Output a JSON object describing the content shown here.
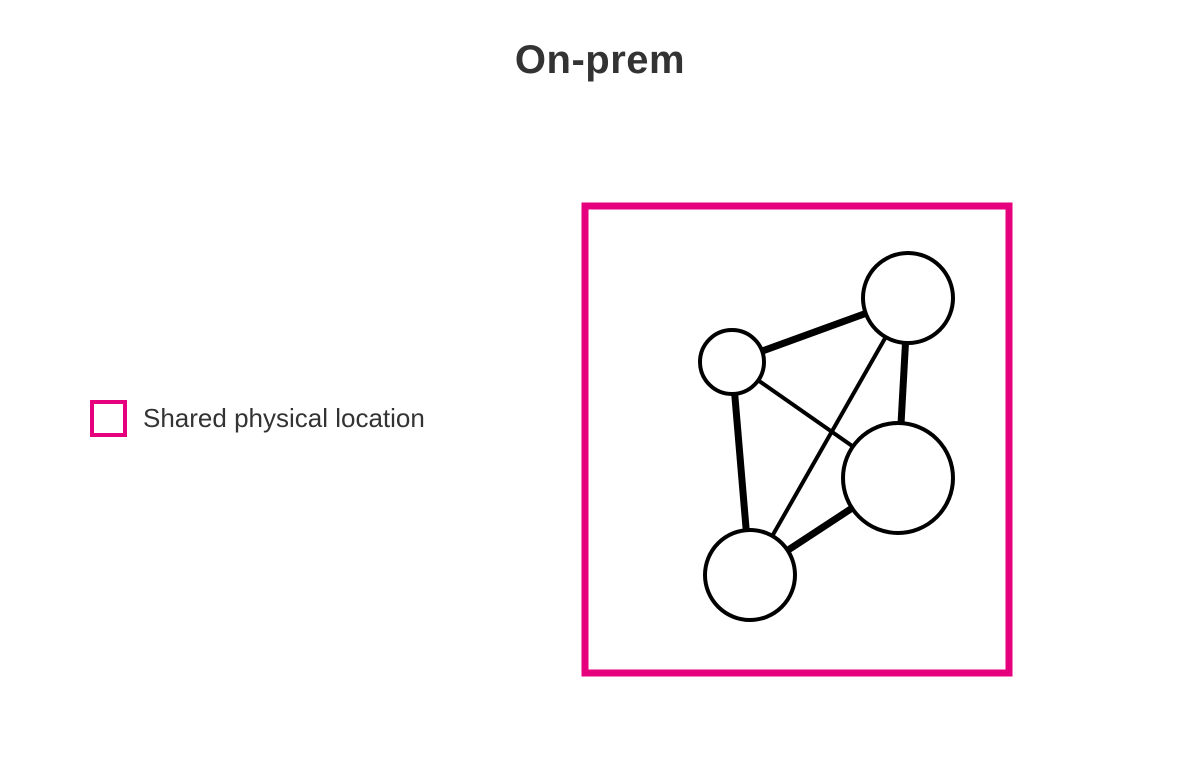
{
  "title": "On-prem",
  "legend": {
    "label": "Shared physical location",
    "color": "#e6007e"
  },
  "network": {
    "nodes": [
      "node-small",
      "node-top-right",
      "node-large",
      "node-bottom"
    ],
    "edges": [
      [
        "node-small",
        "node-top-right"
      ],
      [
        "node-small",
        "node-large"
      ],
      [
        "node-small",
        "node-bottom"
      ],
      [
        "node-top-right",
        "node-large"
      ],
      [
        "node-top-right",
        "node-bottom"
      ],
      [
        "node-large",
        "node-bottom"
      ]
    ]
  }
}
